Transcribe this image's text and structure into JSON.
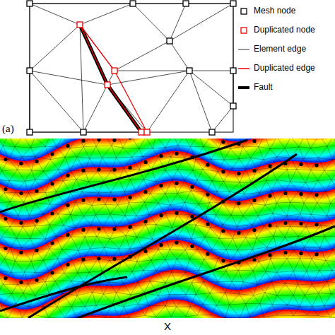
{
  "diagram": {
    "labels": [
      "(a)",
      "X"
    ],
    "legend": [
      {
        "text": "Mesh node"
      },
      {
        "text": "Duplicated node"
      },
      {
        "text": "Element edge"
      },
      {
        "text": "Duplicated edge"
      },
      {
        "text": "Fault"
      }
    ]
  }
}
